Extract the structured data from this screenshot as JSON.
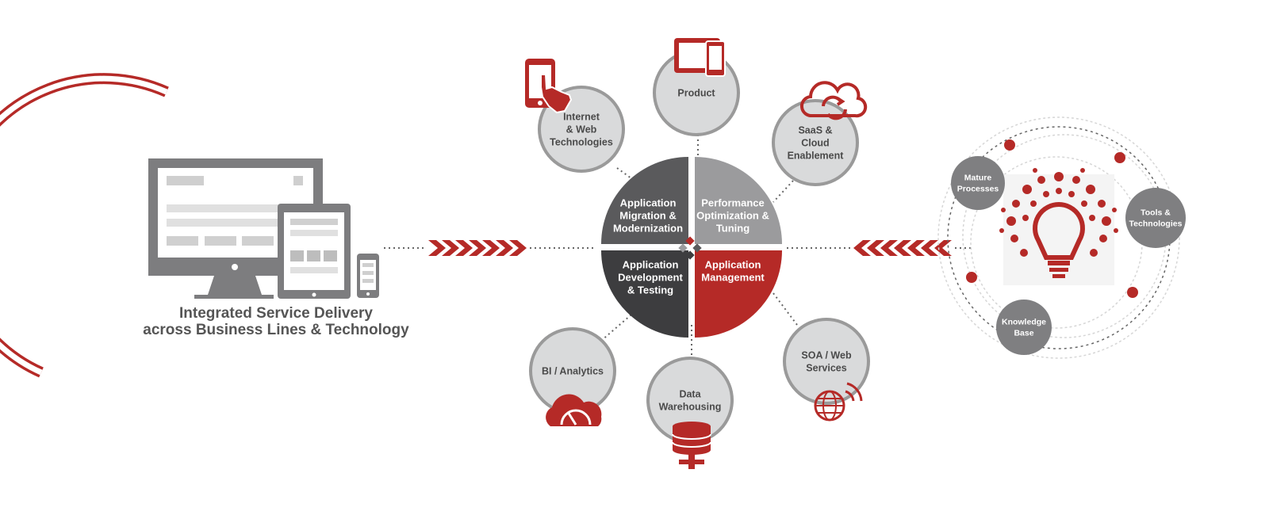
{
  "left_panel": {
    "caption_line1": "Integrated Service Delivery",
    "caption_line2": "across Business Lines & Technology"
  },
  "hub": {
    "quadrants": [
      {
        "id": "migration",
        "lines": [
          "Application",
          "Migration &",
          "Modernization"
        ],
        "color": "#5a5a5c"
      },
      {
        "id": "performance",
        "lines": [
          "Performance",
          "Optimization &",
          "Tuning"
        ],
        "color": "#9b9b9d"
      },
      {
        "id": "development",
        "lines": [
          "Application",
          "Development",
          "& Testing"
        ],
        "color": "#3d3d3f"
      },
      {
        "id": "management",
        "lines": [
          "Application",
          "Management"
        ],
        "color": "#b52a27"
      }
    ]
  },
  "satellites": [
    {
      "id": "internet",
      "lines": [
        "Internet",
        "& Web",
        "Technologies"
      ],
      "icon": "touch-tablet-icon"
    },
    {
      "id": "product",
      "lines": [
        "Product"
      ],
      "icon": "devices-icon"
    },
    {
      "id": "saas",
      "lines": [
        "SaaS &",
        "Cloud",
        "Enablement"
      ],
      "icon": "cloud-sync-icon"
    },
    {
      "id": "bi",
      "lines": [
        "BI / Analytics"
      ],
      "icon": "cloud-gauge-icon"
    },
    {
      "id": "dw",
      "lines": [
        "Data",
        "Warehousing"
      ],
      "icon": "database-icon"
    },
    {
      "id": "soa",
      "lines": [
        "SOA / Web",
        "Services"
      ],
      "icon": "globe-signal-icon"
    }
  ],
  "right_panel": {
    "nodes": [
      {
        "id": "mature",
        "lines": [
          "Mature",
          "Processes"
        ]
      },
      {
        "id": "tools",
        "lines": [
          "Tools &",
          "Technologies"
        ]
      },
      {
        "id": "knowledge",
        "lines": [
          "Knowledge",
          "Base"
        ]
      }
    ],
    "center_icon": "lightbulb-icon"
  },
  "colors": {
    "accent_red": "#b52a27",
    "gray_dark": "#5a5a5c",
    "gray_mid": "#7f7f81",
    "gray_light": "#d9dadb",
    "satellite_ring": "#9a9a9a"
  }
}
